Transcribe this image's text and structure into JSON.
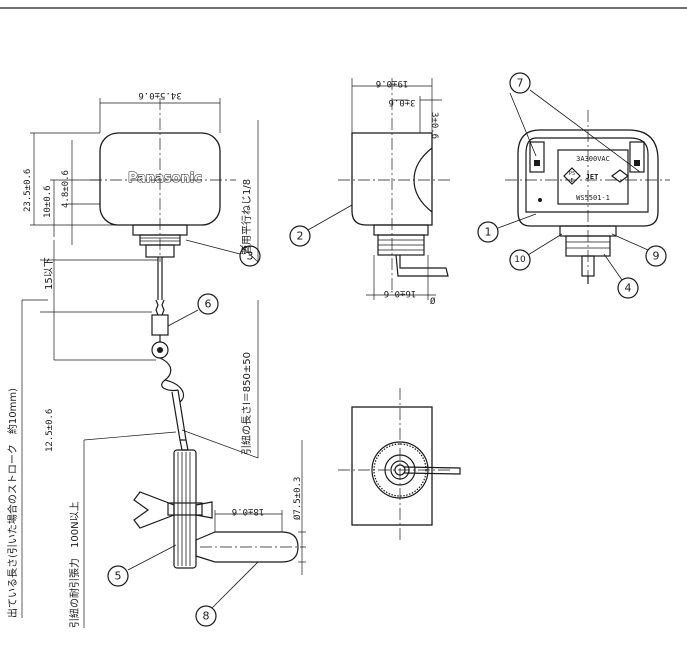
{
  "brand": "Panasonic",
  "dimensions": {
    "width": "34.5±0.6",
    "height": "23.5±0.6",
    "depth_top": "19±0.6",
    "depth_bottom": "16±0.6",
    "offset_top": "3±0.6",
    "body_depth": "10±0.6",
    "body_inset": "4.8±0.6",
    "cord_protrusion": "15以下",
    "plug_pitch": "12.5±0.6",
    "plug_length": "18±0.6",
    "plug_diameter": "Ø7.5±0.3",
    "diameter_mark": "Ø"
  },
  "notes": {
    "thread": "管用平行ねじ1/8",
    "cord_length": "引紐の長さl＝850±50",
    "pull_strength": "引紐の耐引張力　100N以上",
    "stroke": "出ている長さ(引いた場合のストローク　約10mm)"
  },
  "label_plate": {
    "rating": "3A300VAC",
    "model": "WS5501-1",
    "mark_ps": "PS",
    "mark_e": "E",
    "mark_jet": "JET"
  },
  "callouts": [
    "1",
    "2",
    "3",
    "4",
    "5",
    "6",
    "7",
    "8",
    "9",
    "10"
  ]
}
